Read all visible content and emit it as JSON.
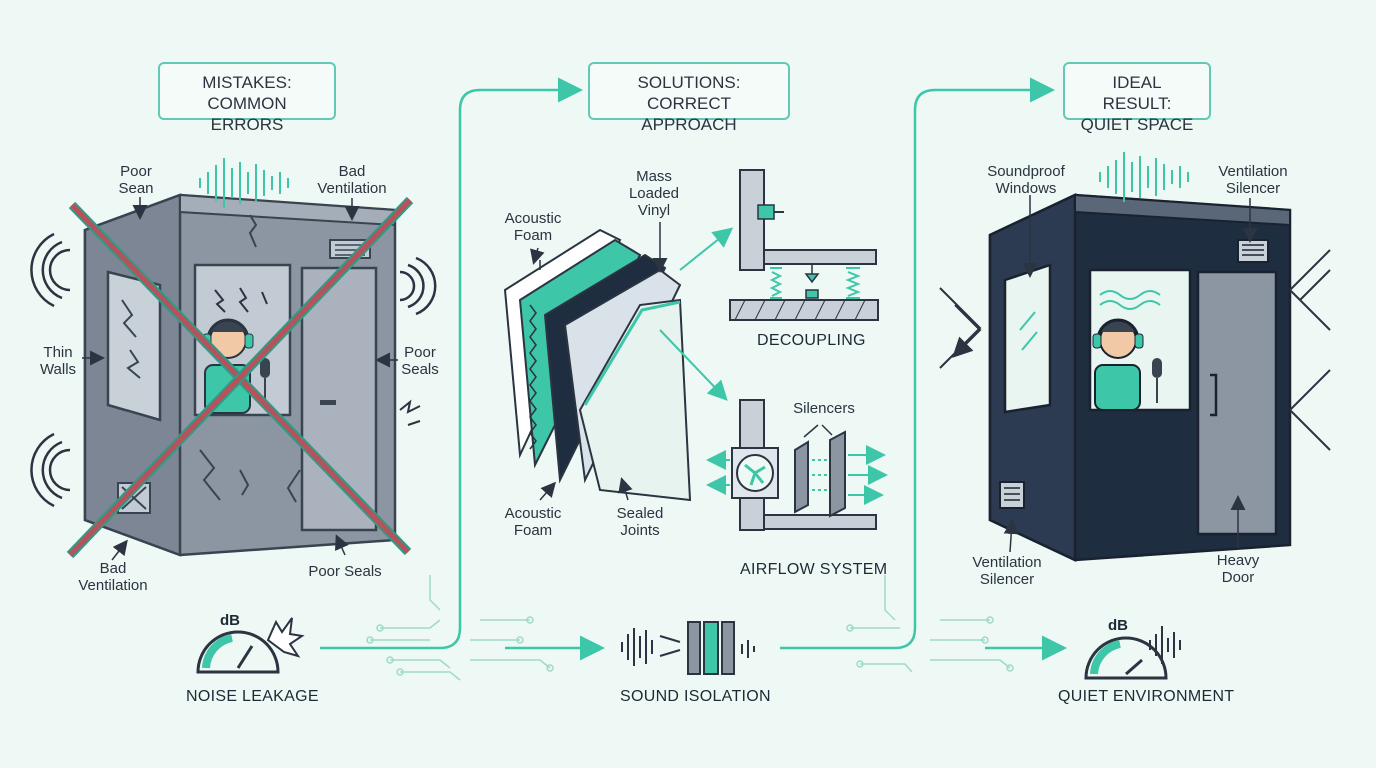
{
  "panels": {
    "mistakes": {
      "title_line1": "MISTAKES:",
      "title_line2": "COMMON ERRORS"
    },
    "solutions": {
      "title_line1": "SOLUTIONS:",
      "title_line2": "CORRECT APPROACH"
    },
    "ideal": {
      "title_line1": "IDEAL RESULT:",
      "title_line2": "QUIET SPACE"
    }
  },
  "mistake_labels": {
    "poor_sean_1": "Poor",
    "poor_sean_2": "Sean",
    "bad_vent_top_1": "Bad",
    "bad_vent_top_2": "Ventilation",
    "thin_walls_1": "Thin",
    "thin_walls_2": "Walls",
    "poor_seals_right_1": "Poor",
    "poor_seals_right_2": "Seals",
    "bad_vent_bottom_1": "Bad",
    "bad_vent_bottom_2": "Ventilation",
    "poor_seals_bottom": "Poor Seals"
  },
  "solution_labels": {
    "acoustic_foam_top_1": "Acoustic",
    "acoustic_foam_top_2": "Foam",
    "mlv_1": "Mass",
    "mlv_2": "Loaded",
    "mlv_3": "Vinyl",
    "acoustic_foam_bottom_1": "Acoustic",
    "acoustic_foam_bottom_2": "Foam",
    "sealed_joints_1": "Sealed",
    "sealed_joints_2": "Joints",
    "decoupling": "DECOUPLING",
    "silencers": "Silencers",
    "airflow_system": "AIRFLOW SYSTEM"
  },
  "ideal_labels": {
    "soundproof_windows_1": "Soundproof",
    "soundproof_windows_2": "Windows",
    "vent_silencer_top_1": "Ventilation",
    "vent_silencer_top_2": "Silencer",
    "vent_silencer_bottom_1": "Ventilation",
    "vent_silencer_bottom_2": "Silencer",
    "heavy_door_1": "Heavy",
    "heavy_door_2": "Door"
  },
  "bottom_flow": {
    "db_left": "dB",
    "noise_leakage": "NOISE LEAKAGE",
    "sound_isolation": "SOUND ISOLATION",
    "db_right": "dB",
    "quiet_environment": "QUIET ENVIRONMENT"
  },
  "colors": {
    "accent": "#3ec6a8",
    "dark": "#2b3440",
    "bad": "#b5525a",
    "bg": "#eef8f5"
  }
}
